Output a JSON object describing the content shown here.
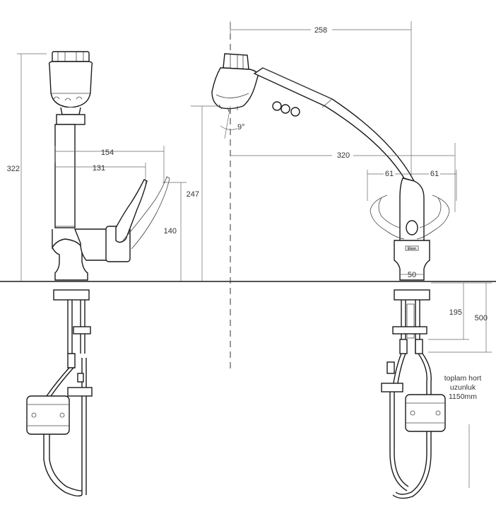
{
  "dimensions": {
    "total_height": "322",
    "handle_reach_outer": "154",
    "handle_reach_inner": "131",
    "handle_height": "140",
    "overall_width": "258",
    "spout_angle": "9°",
    "spout_height": "247",
    "spout_reach": "320",
    "handle_swing_left": "61",
    "handle_swing_right": "61",
    "base_diameter": "50",
    "shank_length": "195",
    "hose_drop": "500"
  },
  "note": {
    "line1": "toplam hort",
    "line2": "uzunluk",
    "line3": "1150mm"
  },
  "colors": {
    "line": "#1a1a1a",
    "dimension": "#666666",
    "background": "#ffffff"
  }
}
